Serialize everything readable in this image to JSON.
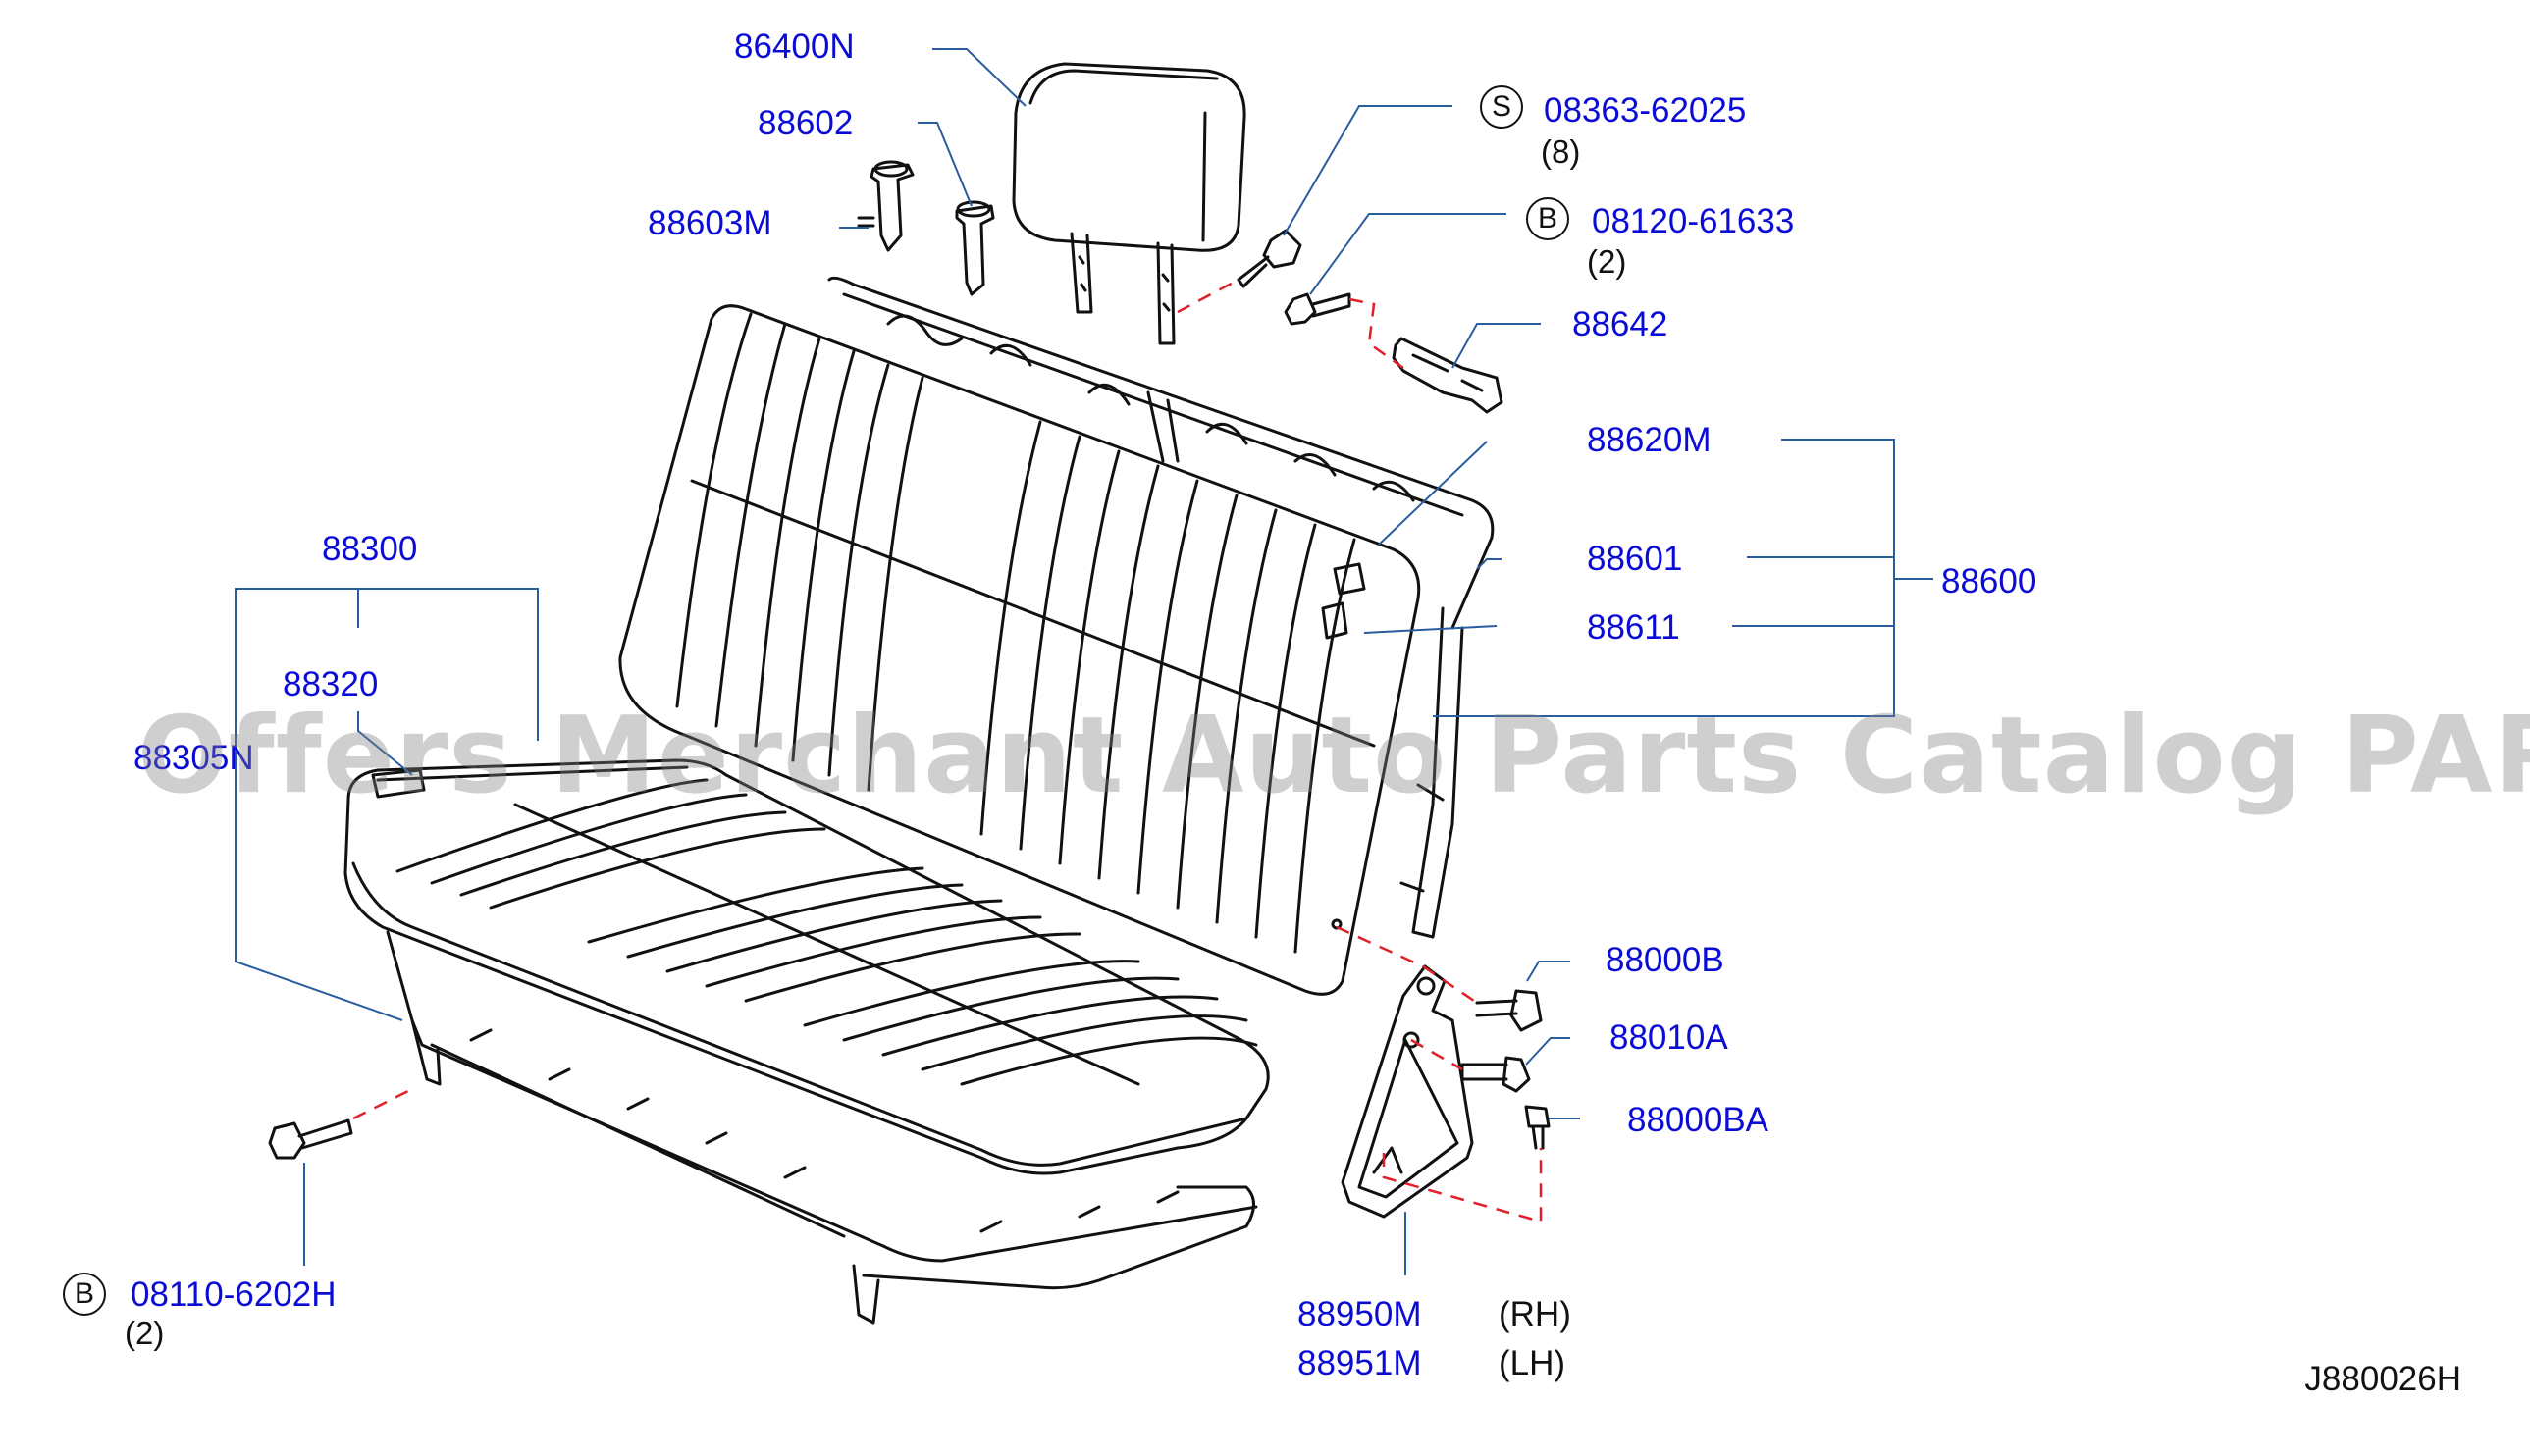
{
  "parts": {
    "p86400n": "86400N",
    "p88602": "88602",
    "p88603m": "88603M",
    "p88642": "88642",
    "p88620m": "88620M",
    "p88601": "88601",
    "p88611": "88611",
    "p88600": "88600",
    "p88300": "88300",
    "p88320": "88320",
    "p88305n": "88305N",
    "p88000b": "88000B",
    "p88010a": "88010A",
    "p88000ba": "88000BA",
    "p88950m": "88950M",
    "p88951m": "88951M"
  },
  "bolts": {
    "s1": {
      "badge": "S",
      "part": "08363-62025",
      "qty": "(8)"
    },
    "b1": {
      "badge": "B",
      "part": "08120-61633",
      "qty": "(2)"
    },
    "b2": {
      "badge": "B",
      "part": "08110-6202H",
      "qty": "(2)"
    }
  },
  "sides": {
    "rh": "(RH)",
    "lh": "(LH)"
  },
  "diagram_code": "J880026H",
  "watermark": "Offers Merchant Auto Parts Catalog PARTSTORE.SA",
  "colors": {
    "label": "#0b0bd6",
    "leader": "#2a5d9f",
    "dashed": "#e0202a",
    "outline": "#111111"
  }
}
